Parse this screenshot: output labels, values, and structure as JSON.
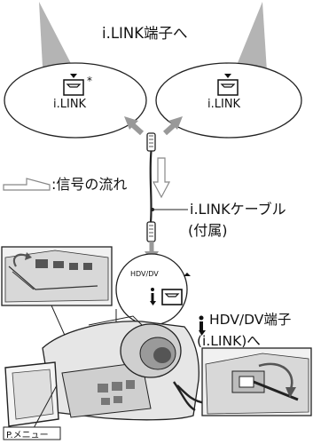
{
  "heading": "i.LINK端子へ",
  "left_device": {
    "label": "i.LINK",
    "asterisk": "*"
  },
  "right_device": {
    "label": "i.LINK"
  },
  "legend": {
    "signal_flow": ":信号の流れ"
  },
  "cable": {
    "label": "i.LINKケーブル",
    "note": "(付属)"
  },
  "camera_port": {
    "badge": "HDV/DV",
    "label": "HDV/DV端子",
    "sub_label": "(i.LINK)へ"
  },
  "p_menu": "P.メニュー",
  "colors": {
    "gray_beam": "#b4b4b4",
    "outline": "#222222",
    "light_fill": "#f3f3f3"
  }
}
